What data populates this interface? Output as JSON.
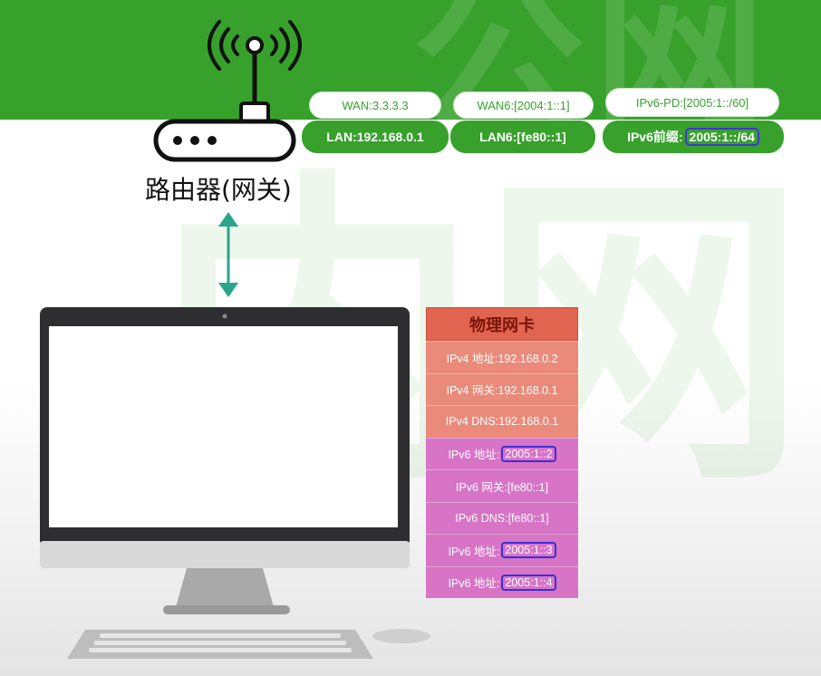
{
  "watermarks": {
    "public": "公网",
    "private": "内网"
  },
  "router": {
    "label": "路由器(网关)"
  },
  "wan_pills": [
    {
      "label": "WAN:3.3.3.3"
    },
    {
      "label": "WAN6:[2004:1::1]"
    },
    {
      "label": "IPv6-PD:[2005:1::/60]"
    }
  ],
  "lan_pills": [
    {
      "label": "LAN:192.168.0.1"
    },
    {
      "label": "LAN6:[fe80::1]"
    },
    {
      "prefix": "IPv6前缀:",
      "value": "2005:1::/64"
    }
  ],
  "nic_card": {
    "title": "物理网卡",
    "rows": [
      {
        "type": "v4",
        "text": "IPv4 地址:192.168.0.2"
      },
      {
        "type": "v4",
        "text": "IPv4 网关:192.168.0.1"
      },
      {
        "type": "v4",
        "text": "IPv4 DNS:192.168.0.1"
      },
      {
        "type": "v6",
        "prefix": "IPv6 地址:",
        "value": "2005:1::2"
      },
      {
        "type": "v6",
        "text": "IPv6 网关:[fe80::1]"
      },
      {
        "type": "v6",
        "text": "IPv6 DNS:[fe80::1]"
      },
      {
        "type": "v6",
        "prefix": "IPv6 地址:",
        "value": "2005:1::3"
      },
      {
        "type": "v6",
        "prefix": "IPv6 地址:",
        "value": "2005:1::4"
      }
    ]
  },
  "colors": {
    "green": "#37a12c",
    "highlight": "#4235d8",
    "ipv4_row": "#e98a7a",
    "ipv6_row": "#d774c6",
    "card_header": "#e0644f",
    "arrow": "#2aa58b"
  }
}
